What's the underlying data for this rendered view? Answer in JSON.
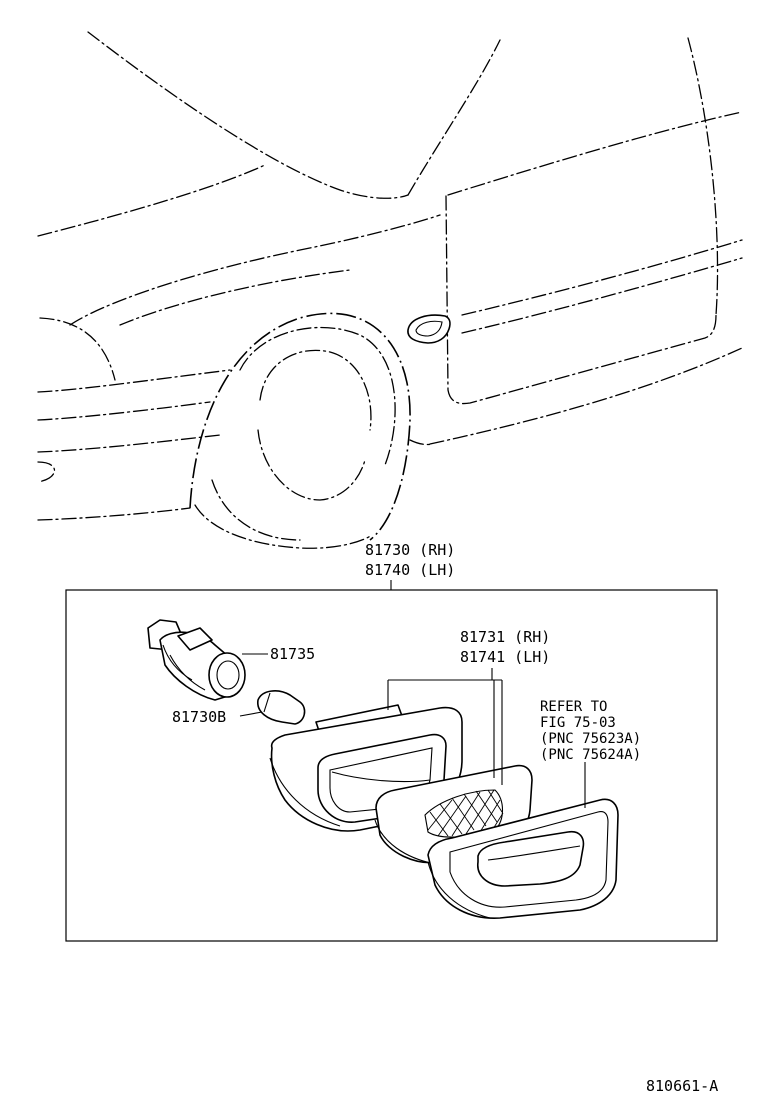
{
  "parts": {
    "assembly_rh": "81730 (RH)",
    "assembly_lh": "81740 (LH)",
    "socket": "81735",
    "bulb": "81730B",
    "lens_rh": "81731 (RH)",
    "lens_lh": "81741 (LH)"
  },
  "reference": {
    "line1": "REFER TO",
    "line2": "FIG 75-03",
    "line3": "(PNC 75623A)",
    "line4": "(PNC 75624A)"
  },
  "figure_id": "810661-A"
}
